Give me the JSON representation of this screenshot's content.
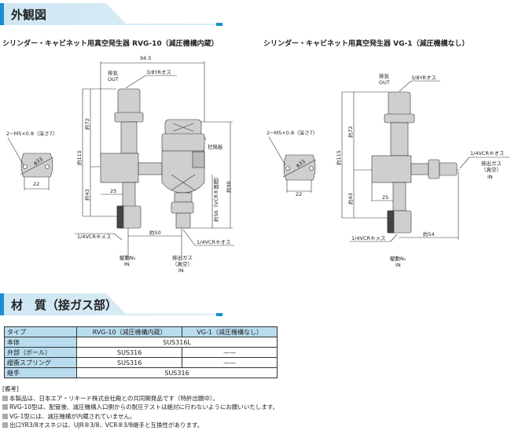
{
  "section1": {
    "title": "外観図"
  },
  "left": {
    "caption": "シリンダー・キャビネット用真空発生器 RVG-10（減圧機構内蔵）",
    "dim_width": "94.5",
    "exhaust": "排気",
    "out": "OUT",
    "top_port": "3/8YRオス",
    "flange_thread": "2−M5×0.8（深さ7）",
    "flange_pcd": "φ33",
    "flange_pitch": "22",
    "h_total": "約115",
    "h_upper": "約72",
    "h_lower": "約43",
    "offset": "25",
    "nameplate": "社銘板",
    "h_reg": "約90",
    "h_reg_vcr": "約56（VCR®面間）",
    "bottom_left_port": "1/4VCR®メス",
    "spacing": "約50",
    "bottom_right_port": "1/4VCR®オス",
    "drive": "駆動N₂",
    "drive_in": "IN",
    "suction": "排出ガス",
    "vacuum": "（真空）",
    "suction_in": "IN"
  },
  "right": {
    "caption": "シリンダー・キャビネット用真空発生器 VG-1（減圧機構なし）",
    "exhaust": "排気",
    "out": "OUT",
    "top_port": "3/8YRオス",
    "flange_thread": "2−M5×0.8（深さ7）",
    "flange_pcd": "φ33",
    "flange_pitch": "22",
    "h_total": "約115",
    "h_upper": "約72",
    "h_lower": "約43",
    "offset": "25",
    "side_port": "1/4VCR®オス",
    "suction": "排出ガス",
    "vacuum": "（真空）",
    "suction_in": "IN",
    "bottom_port": "1/4VCR®メス",
    "spacing": "約54",
    "drive": "駆動N₂",
    "drive_in": "IN"
  },
  "section2": {
    "title": "材　質（接ガス部）"
  },
  "table": {
    "header": [
      "タイプ",
      "RVG-10（減圧機構内蔵）",
      "VG-1（減圧機構なし）"
    ],
    "rows": [
      [
        "本体",
        "SUS316L"
      ],
      [
        "弁部（ボール）",
        "SUS316",
        "——"
      ],
      [
        "緩衝スプリング",
        "SUS316",
        "——"
      ],
      [
        "継手",
        "SUS316"
      ]
    ]
  },
  "notes": {
    "title": "[備考]",
    "items": [
      "本製品は、日本エア・リキード株式会社殿との共同開発品です（特許出願中）。",
      "RVG-10型は、配管後、減圧機構入口側からの耐圧テストは絶対に行わないようにお願いいたします。",
      "VG-1型には、減圧機構が内蔵されていません。",
      "出口YR3/8オスネジは、UJR®3/8、VCR®3/8継手と互換性があります。"
    ]
  }
}
